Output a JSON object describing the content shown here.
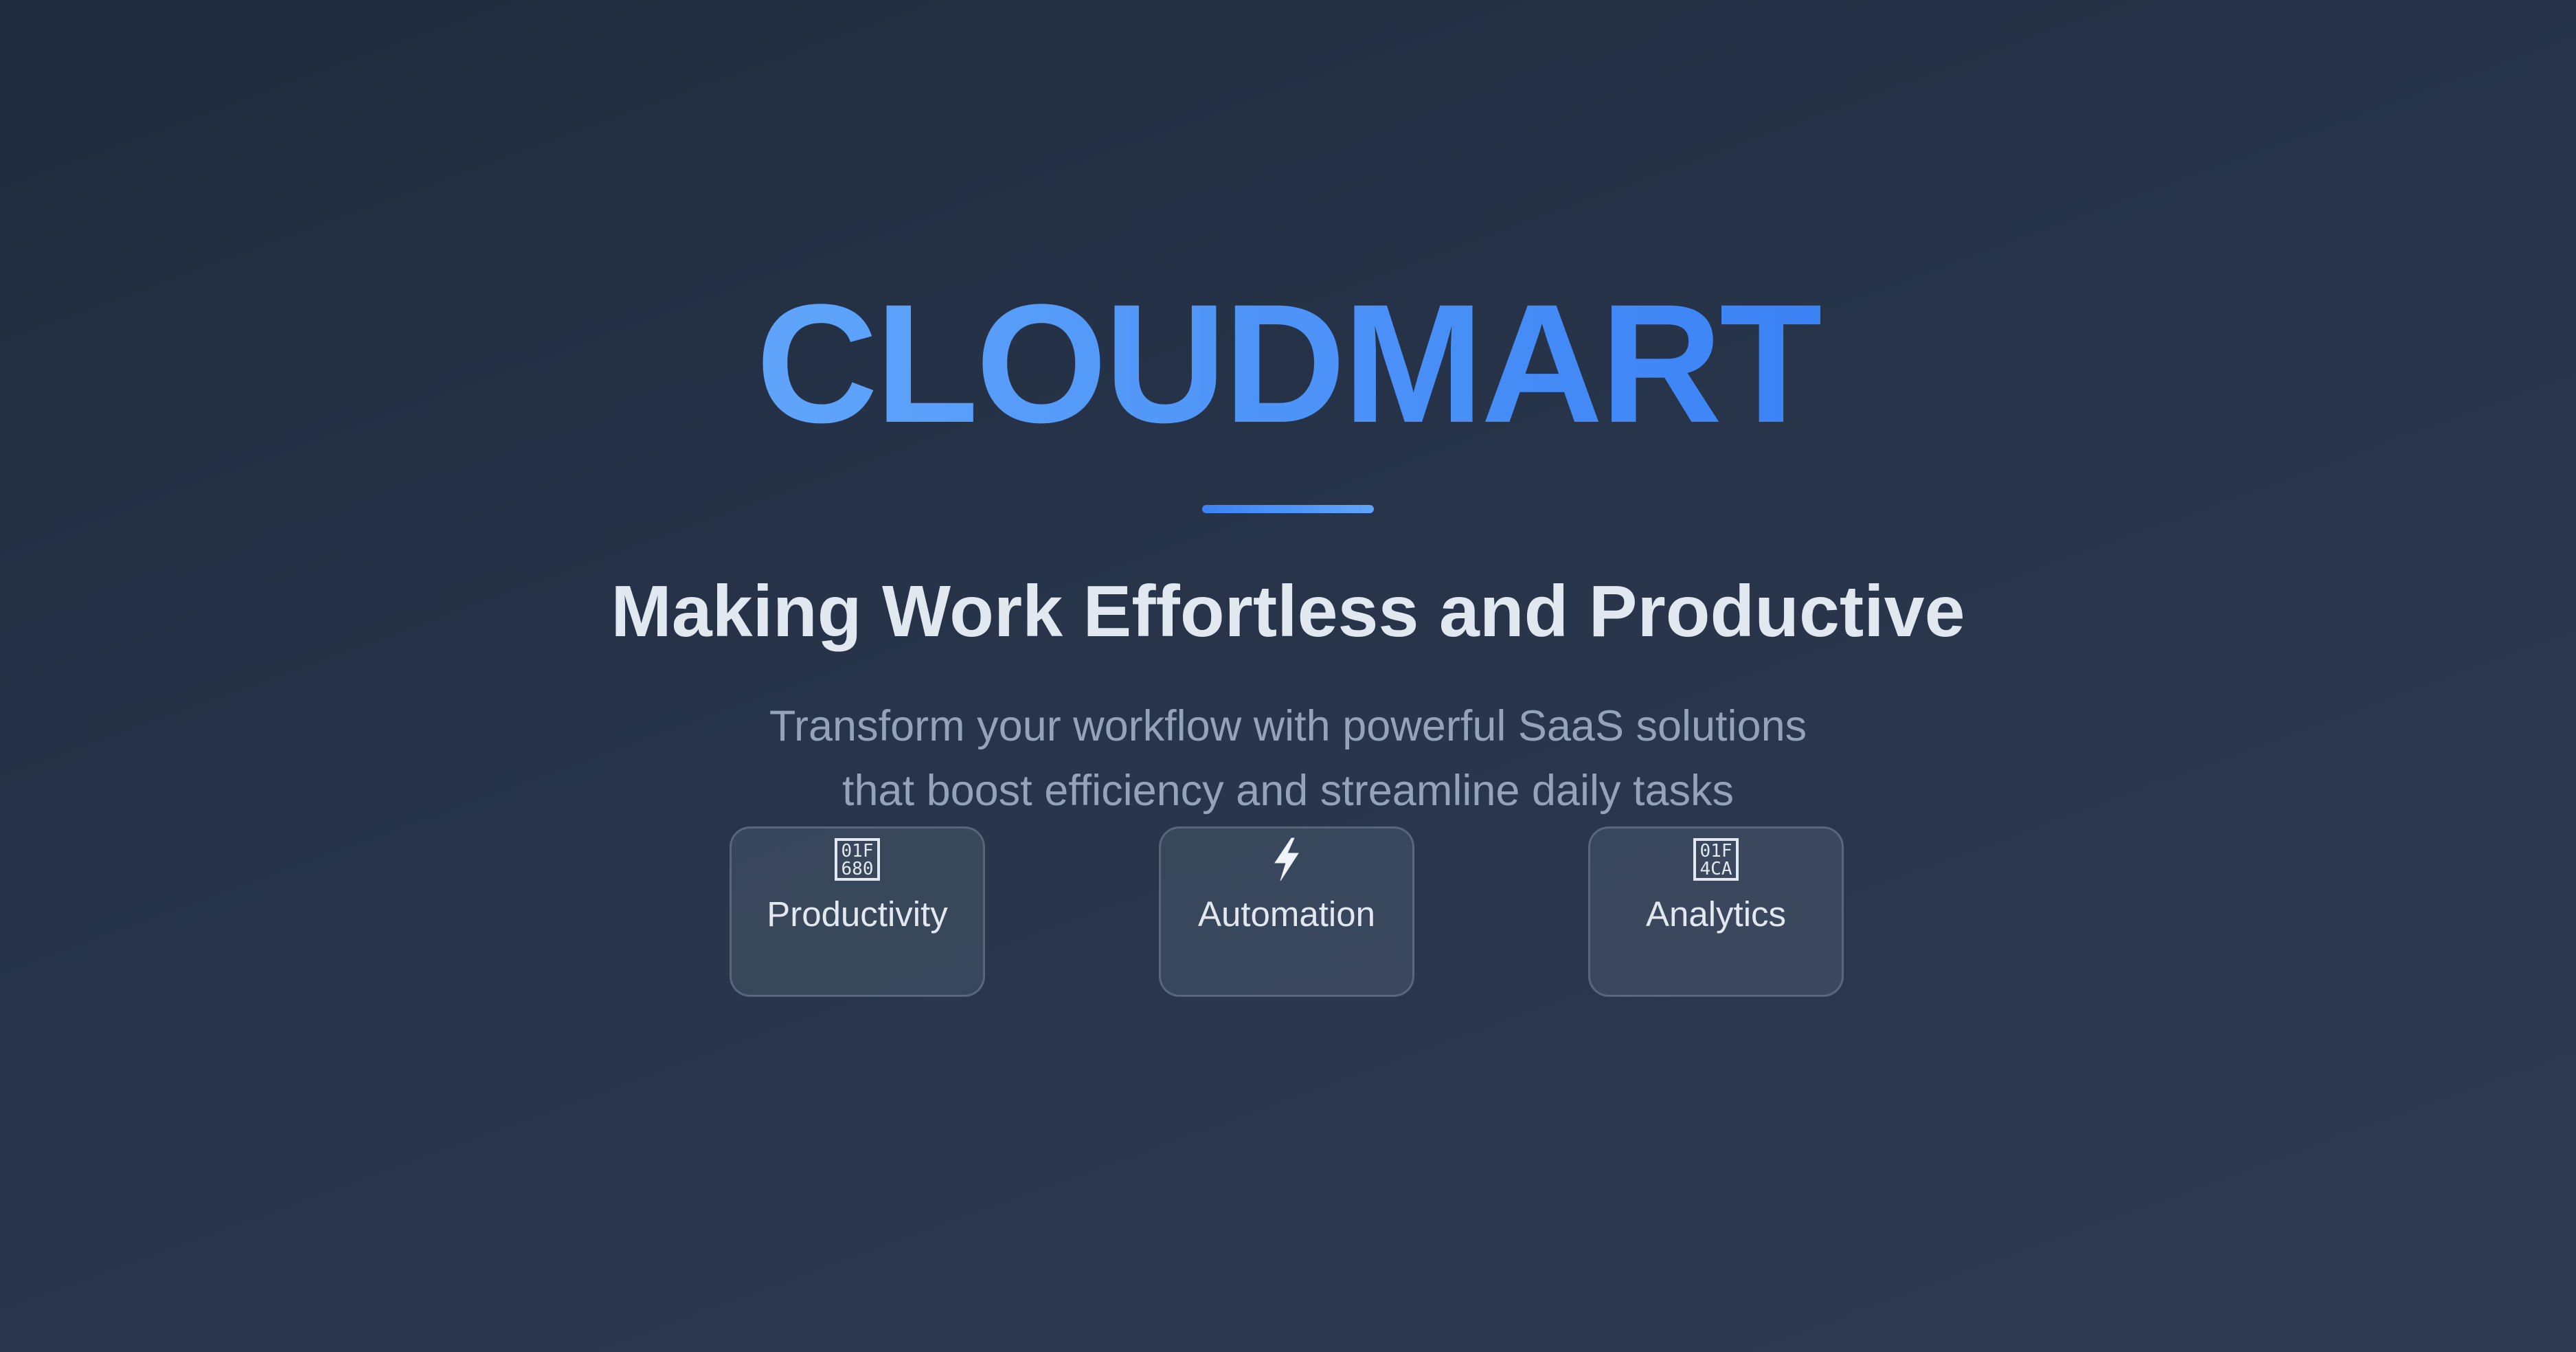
{
  "hero": {
    "brand": "CLOUDMART",
    "headline": "Making Work Effortless and Productive",
    "description_lines": [
      "Transform your workflow with powerful SaaS solutions",
      "that boost efficiency and streamline daily tasks"
    ]
  },
  "features": [
    {
      "label": "Productivity",
      "icon": "rocket-icon",
      "glyph_top": "01F",
      "glyph_bottom": "680"
    },
    {
      "label": "Automation",
      "icon": "lightning-bolt-icon"
    },
    {
      "label": "Analytics",
      "icon": "bar-chart-icon",
      "glyph_top": "01F",
      "glyph_bottom": "4CA"
    }
  ],
  "colors": {
    "background_start": "#1f2a3c",
    "background_end": "#2e3a50",
    "brand_gradient_start": "#60a5fa",
    "brand_gradient_end": "#3b82f6",
    "headline": "#e2e8f0",
    "description": "#94a3b8",
    "card_background": "#475569",
    "card_border": "#94a3b8"
  }
}
